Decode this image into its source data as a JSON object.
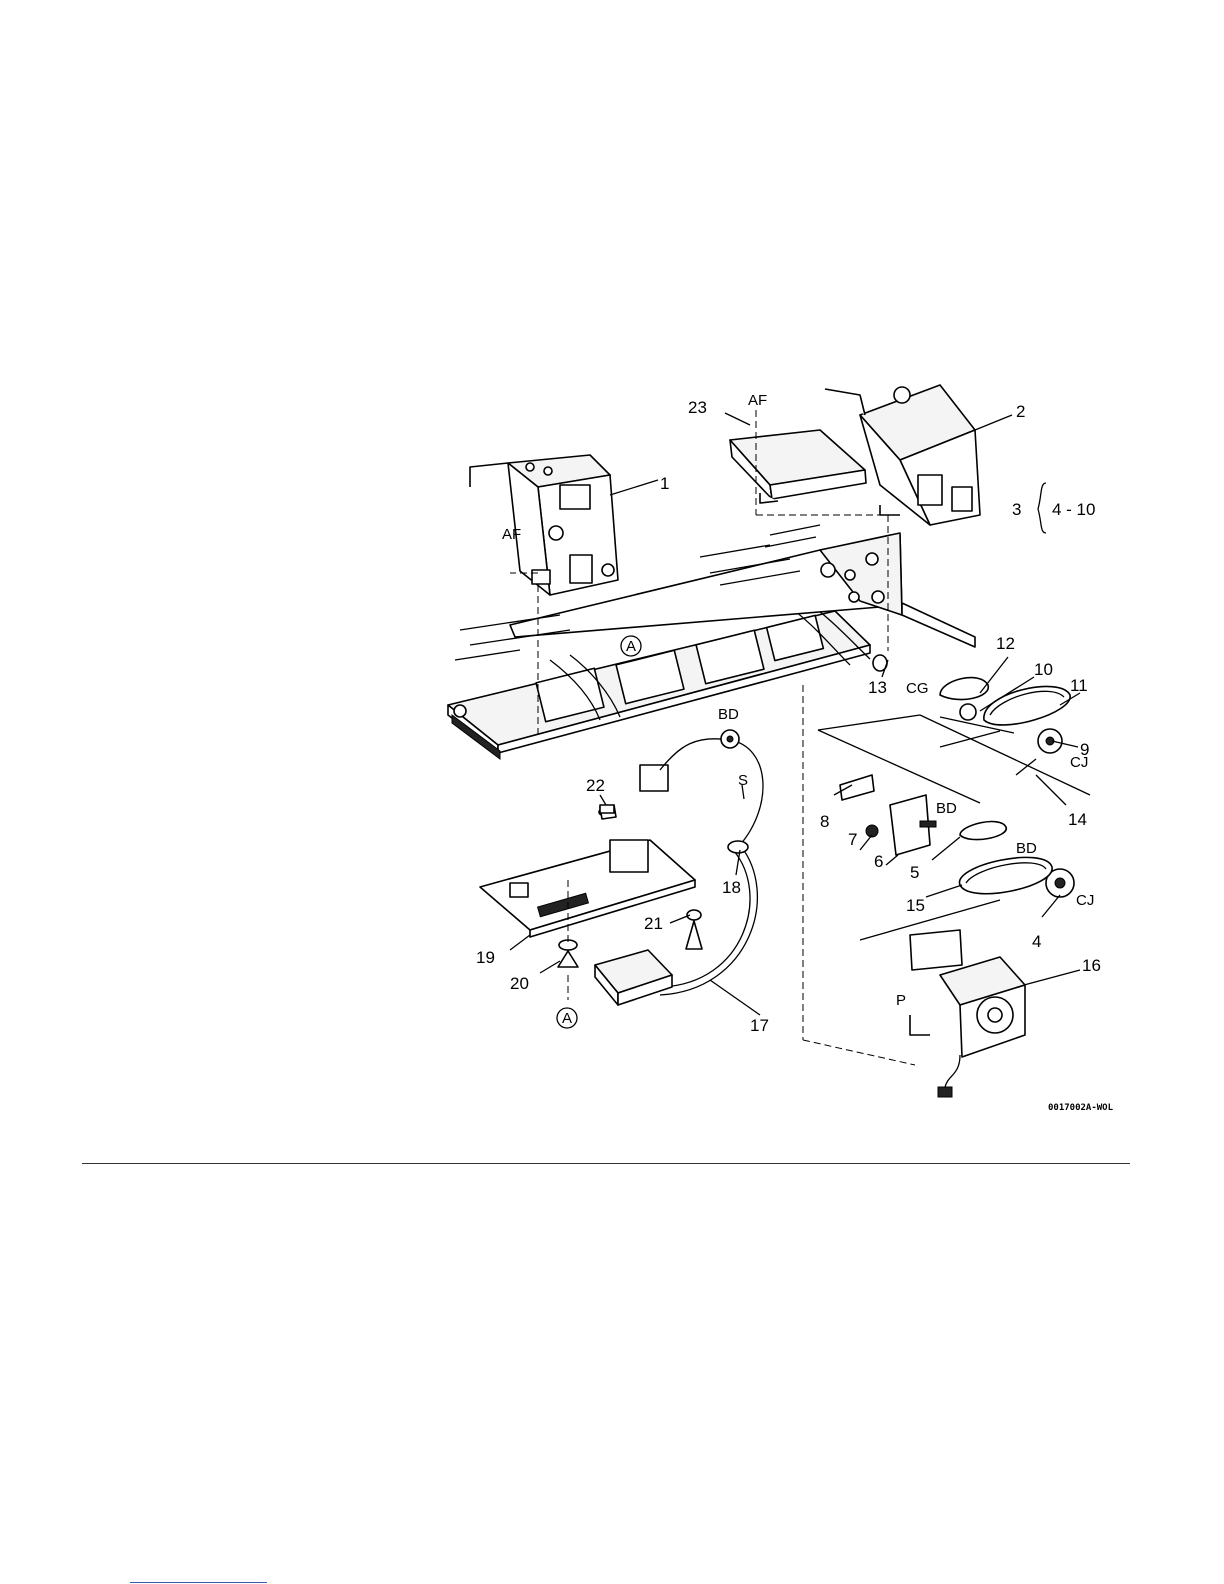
{
  "figure": {
    "figure_id": "0017002A-WOL",
    "callouts": [
      "1",
      "2",
      "3",
      "4",
      "5",
      "6",
      "7",
      "8",
      "9",
      "10",
      "11",
      "12",
      "13",
      "14",
      "15",
      "16",
      "17",
      "18",
      "19",
      "20",
      "21",
      "22",
      "23"
    ],
    "bracket_range": "4 - 10",
    "location_labels": {
      "af_left": "AF",
      "af_top": "AF",
      "cg": "CG",
      "cj_upper": "CJ",
      "cj_lower": "CJ",
      "bd_cable": "BD",
      "bd_bracket": "BD",
      "bd_pulley": "BD",
      "s": "S",
      "p": "P",
      "a_upper": "A",
      "a_lower": "A"
    }
  },
  "colors": {
    "ink": "#000000",
    "rule": "#333333",
    "link_rule": "#3a5ea8"
  }
}
